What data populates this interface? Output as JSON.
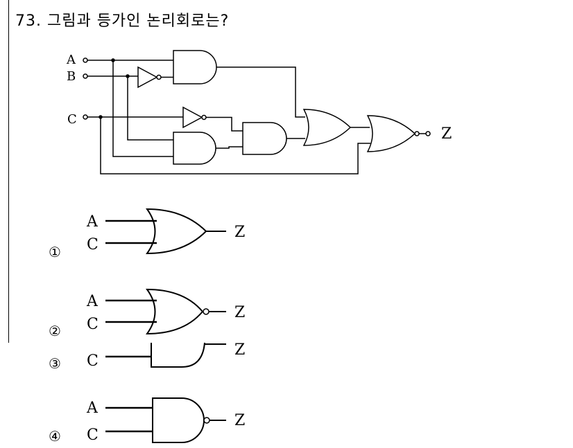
{
  "question": {
    "text": "73. 그림과 등가인 논리회로는?"
  },
  "circuit": {
    "input_a": "A",
    "input_b": "B",
    "input_c": "C",
    "output": "Z"
  },
  "options": [
    {
      "number": "①",
      "input_top": "A",
      "input_bottom": "C",
      "output": "Z"
    },
    {
      "number": "②",
      "input_top": "A",
      "input_bottom": "C",
      "output": "Z"
    },
    {
      "number": "③",
      "input_bottom": "C",
      "output": "Z"
    },
    {
      "number": "④",
      "input_top": "A",
      "input_bottom": "C",
      "output": "Z"
    }
  ]
}
